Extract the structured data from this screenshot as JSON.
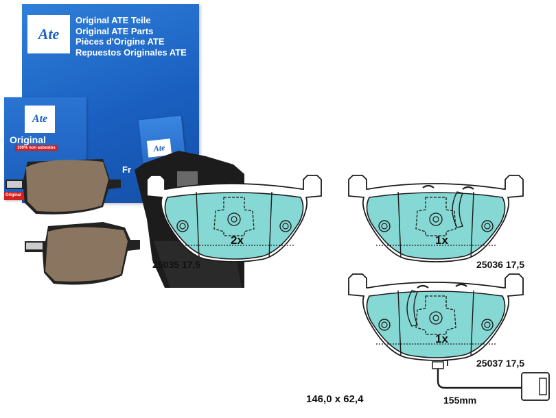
{
  "box": {
    "logo": "Ate",
    "lines": [
      "Original ATE Teile",
      "Original ATE Parts",
      "Pièces d'Origine ATE",
      "Repuestos Originales ATE"
    ],
    "side_text": "Fr"
  },
  "leaflet": {
    "logo": "Ate",
    "title": "Original",
    "asbestos": "100% non asbestos",
    "red_tag": "Original"
  },
  "card": {
    "logo": "Ate"
  },
  "pads": [
    {
      "qty": "2x",
      "part": "25035",
      "thickness": "17,5"
    },
    {
      "qty": "1x",
      "part": "25036",
      "thickness": "17,5"
    },
    {
      "qty": "1x",
      "part": "25037",
      "thickness": "17,5"
    }
  ],
  "dimensions": "146,0 x 62,4",
  "sensor_length": "155mm",
  "colors": {
    "box_blue": "#1a5fc0",
    "pad_fill": "#86d8d4",
    "pad_outline": "#1a1a1a",
    "pad_photo": "#8a7560"
  }
}
